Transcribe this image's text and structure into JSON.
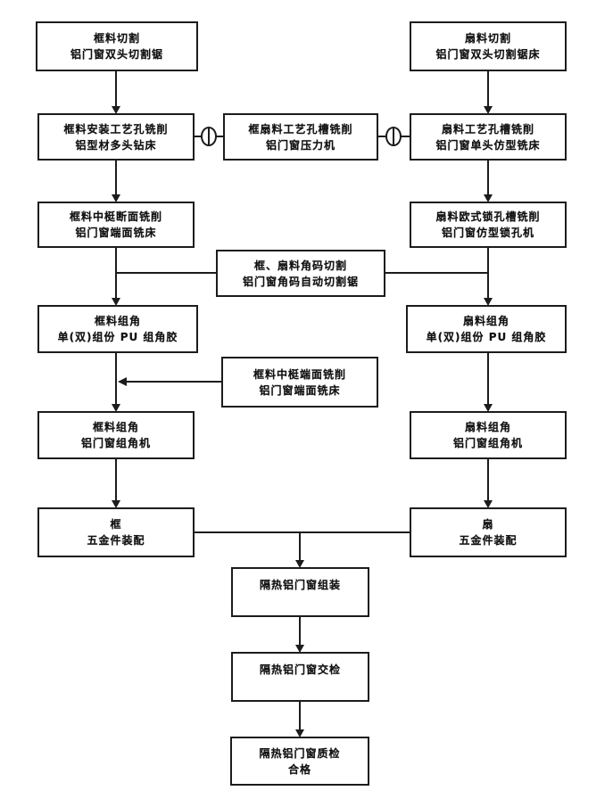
{
  "diagram": {
    "type": "flowchart",
    "subject": "隔热铝门窗加工工艺流程",
    "colors": {
      "line": "#1c1c1c",
      "box_border": "#1c1c1c",
      "box_fill": "#ffffff",
      "text": "#111111",
      "background": "#ffffff"
    }
  },
  "nodes": {
    "l1": {
      "line1": "框料切割",
      "line2": "铝门窗双头切割锯"
    },
    "l2": {
      "line1": "框料安装工艺孔铣削",
      "line2": "铝型材多头钻床"
    },
    "l3": {
      "line1": "框料中梃断面铣削",
      "line2": "铝门窗端面铣床"
    },
    "l4": {
      "line1": "框料组角",
      "line2": "单(双)组份 PU 组角胶"
    },
    "l5": {
      "line1": "框料组角",
      "line2": "铝门窗组角机"
    },
    "l6": {
      "line1": "框",
      "line2": "五金件装配"
    },
    "m1": {
      "line1": "框扇料工艺孔槽铣削",
      "line2": "铝门窗压力机"
    },
    "m2": {
      "line1": "框、扇料角码切割",
      "line2": "铝门窗角码自动切割锯"
    },
    "m3": {
      "line1": "框料中梃端面铣削",
      "line2": "铝门窗端面铣床"
    },
    "m4": {
      "line1": "隔热铝门窗组装"
    },
    "m5": {
      "line1": "隔热铝门窗交检"
    },
    "m6": {
      "line1": "隔热铝门窗质检",
      "line2": "合格"
    },
    "r1": {
      "line1": "扇料切割",
      "line2": "铝门窗双头切割锯床"
    },
    "r2": {
      "line1": "扇料工艺孔槽铣削",
      "line2": "铝门窗单头仿型铣床"
    },
    "r3": {
      "line1": "扇料欧式锁孔槽铣削",
      "line2": "铝门窗仿型锁孔机"
    },
    "r4": {
      "line1": "扇料组角",
      "line2": "单(双)组份 PU 组角胶"
    },
    "r5": {
      "line1": "扇料组角",
      "line2": "铝门窗组角机"
    },
    "r6": {
      "line1": "扇",
      "line2": "五金件装配"
    }
  }
}
